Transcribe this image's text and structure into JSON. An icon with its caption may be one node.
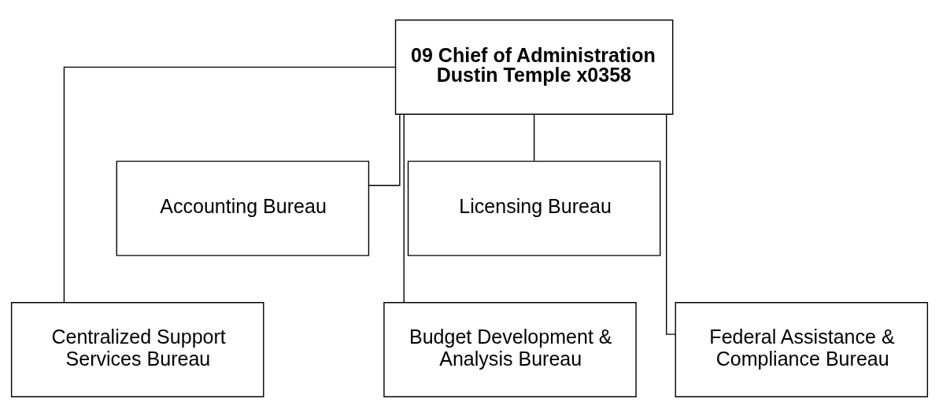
{
  "diagram": {
    "nodes": [
      {
        "text": [
          "09 Chief of Administration Dustin Temple x0358"
        ]
      },
      {
        "text": [
          "Accounting Bureau"
        ]
      },
      {
        "text": [
          "Licensing Bureau"
        ]
      },
      {
        "text": [
          "Centralized Support Services Bureau"
        ]
      },
      {
        "text": [
          "Budget Development & Analysis Bureau"
        ]
      },
      {
        "text": [
          "Federal Assistance & Compliance Bureau"
        ]
      }
    ],
    "edges": [
      {
        "from": 0,
        "to": 1,
        "arrow": "none"
      },
      {
        "from": 0,
        "to": 2,
        "arrow": "none"
      },
      {
        "from": 0,
        "to": 3,
        "arrow": "none"
      },
      {
        "from": 0,
        "to": 4,
        "arrow": "none"
      },
      {
        "from": 0,
        "to": 5,
        "arrow": "none"
      }
    ]
  }
}
